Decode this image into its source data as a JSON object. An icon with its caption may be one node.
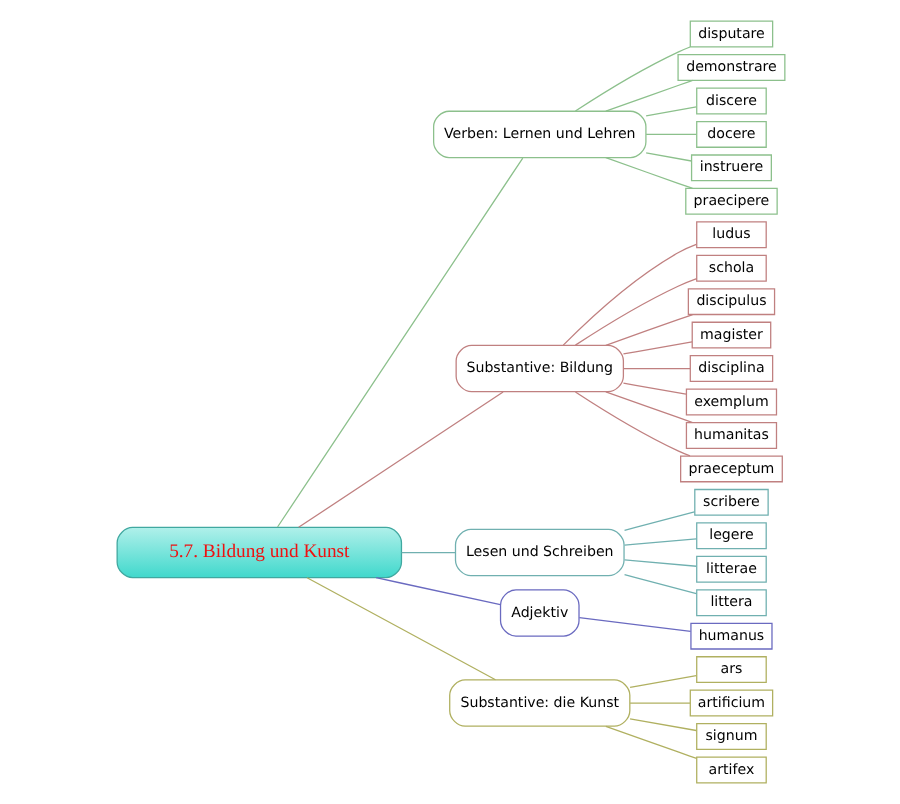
{
  "diagram": {
    "nodes": [
      {
        "text": [
          "5.7. Bildung und Kunst"
        ]
      },
      {
        "text": [
          "Verben: Lernen und Lehren"
        ]
      },
      {
        "text": [
          "disputare"
        ]
      },
      {
        "text": [
          "demonstrare"
        ]
      },
      {
        "text": [
          "discere"
        ]
      },
      {
        "text": [
          "docere"
        ]
      },
      {
        "text": [
          "instruere"
        ]
      },
      {
        "text": [
          "praecipere"
        ]
      },
      {
        "text": [
          "Substantive: Bildung"
        ]
      },
      {
        "text": [
          "ludus"
        ]
      },
      {
        "text": [
          "schola"
        ]
      },
      {
        "text": [
          "discipulus"
        ]
      },
      {
        "text": [
          "magister"
        ]
      },
      {
        "text": [
          "disciplina"
        ]
      },
      {
        "text": [
          "exemplum"
        ]
      },
      {
        "text": [
          "humanitas"
        ]
      },
      {
        "text": [
          "praeceptum"
        ]
      },
      {
        "text": [
          "Lesen und Schreiben"
        ]
      },
      {
        "text": [
          "scribere"
        ]
      },
      {
        "text": [
          "legere"
        ]
      },
      {
        "text": [
          "litterae"
        ]
      },
      {
        "text": [
          "littera"
        ]
      },
      {
        "text": [
          "Adjektiv"
        ]
      },
      {
        "text": [
          "humanus"
        ]
      },
      {
        "text": [
          "Substantive: die Kunst"
        ]
      },
      {
        "text": [
          "ars"
        ]
      },
      {
        "text": [
          "artificium"
        ]
      },
      {
        "text": [
          "signum"
        ]
      },
      {
        "text": [
          "artifex"
        ]
      }
    ],
    "edges": [
      {
        "from": 0,
        "to": 1,
        "arrow": "none",
        "color": "#8cc08c"
      },
      {
        "from": 1,
        "to": 2,
        "arrow": "none",
        "color": "#8cc08c"
      },
      {
        "from": 1,
        "to": 3,
        "arrow": "none",
        "color": "#8cc08c"
      },
      {
        "from": 1,
        "to": 4,
        "arrow": "none",
        "color": "#8cc08c"
      },
      {
        "from": 1,
        "to": 5,
        "arrow": "none",
        "color": "#8cc08c"
      },
      {
        "from": 1,
        "to": 6,
        "arrow": "none",
        "color": "#8cc08c"
      },
      {
        "from": 1,
        "to": 7,
        "arrow": "none",
        "color": "#8cc08c"
      },
      {
        "from": 0,
        "to": 8,
        "arrow": "none",
        "color": "#c08080"
      },
      {
        "from": 8,
        "to": 9,
        "arrow": "none",
        "color": "#c08080"
      },
      {
        "from": 8,
        "to": 10,
        "arrow": "none",
        "color": "#c08080"
      },
      {
        "from": 8,
        "to": 11,
        "arrow": "none",
        "color": "#c08080"
      },
      {
        "from": 8,
        "to": 12,
        "arrow": "none",
        "color": "#c08080"
      },
      {
        "from": 8,
        "to": 13,
        "arrow": "none",
        "color": "#c08080"
      },
      {
        "from": 8,
        "to": 14,
        "arrow": "none",
        "color": "#c08080"
      },
      {
        "from": 8,
        "to": 15,
        "arrow": "none",
        "color": "#c08080"
      },
      {
        "from": 8,
        "to": 16,
        "arrow": "none",
        "color": "#c08080"
      },
      {
        "from": 0,
        "to": 17,
        "arrow": "none",
        "color": "#70b0b0"
      },
      {
        "from": 17,
        "to": 18,
        "arrow": "none",
        "color": "#70b0b0"
      },
      {
        "from": 17,
        "to": 19,
        "arrow": "none",
        "color": "#70b0b0"
      },
      {
        "from": 17,
        "to": 20,
        "arrow": "none",
        "color": "#70b0b0"
      },
      {
        "from": 17,
        "to": 21,
        "arrow": "none",
        "color": "#70b0b0"
      },
      {
        "from": 0,
        "to": 22,
        "arrow": "none",
        "color": "#6a6ac0"
      },
      {
        "from": 22,
        "to": 23,
        "arrow": "none",
        "color": "#6a6ac0"
      },
      {
        "from": 0,
        "to": 24,
        "arrow": "none",
        "color": "#b0b060"
      },
      {
        "from": 24,
        "to": 25,
        "arrow": "none",
        "color": "#b0b060"
      },
      {
        "from": 24,
        "to": 26,
        "arrow": "none",
        "color": "#b0b060"
      },
      {
        "from": 24,
        "to": 27,
        "arrow": "none",
        "color": "#b0b060"
      },
      {
        "from": 24,
        "to": 28,
        "arrow": "none",
        "color": "#b0b060"
      }
    ]
  }
}
